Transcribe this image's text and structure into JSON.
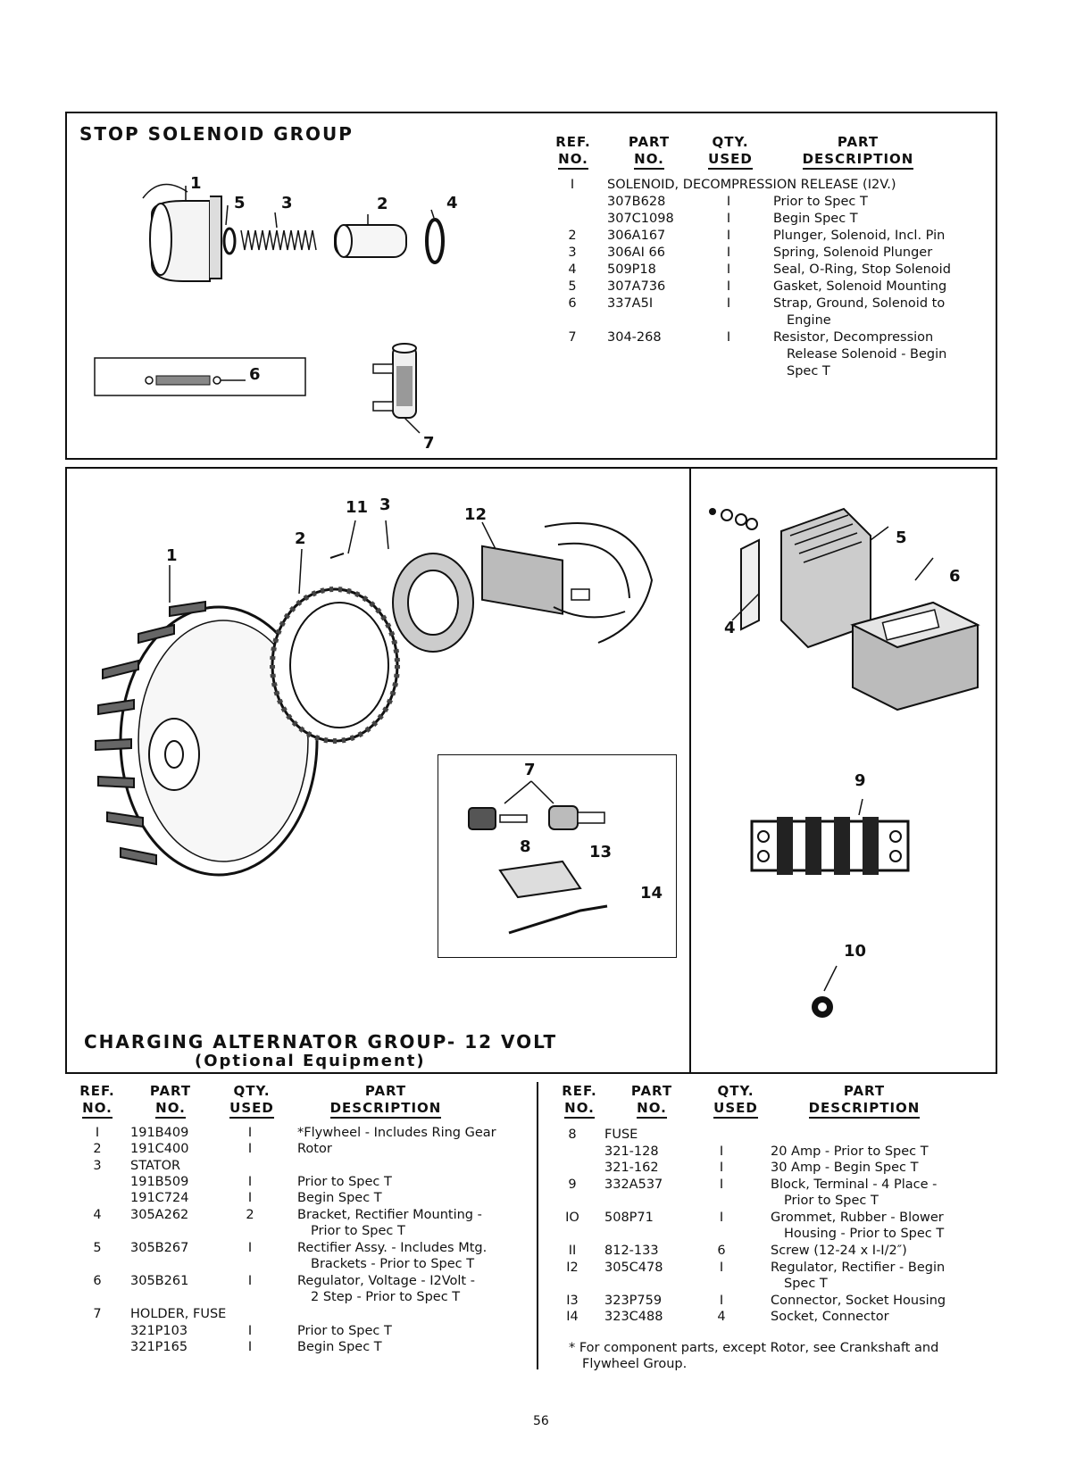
{
  "top_section": {
    "title": "STOP SOLENOID GROUP",
    "headers": {
      "ref_a": "REF.",
      "ref_b": "NO.",
      "part_a": "PART",
      "part_b": "NO.",
      "qty_a": "QTY.",
      "qty_b": "USED",
      "desc_a": "PART",
      "desc_b": "DESCRIPTION"
    },
    "rows": [
      {
        "ref": "I",
        "part": "SOLENOID, DECOMPRESSION RELEASE (I2V.)",
        "qty": "",
        "desc": ""
      },
      {
        "ref": "",
        "part": "307B628",
        "qty": "I",
        "desc": "Prior to Spec T"
      },
      {
        "ref": "",
        "part": "307C1098",
        "qty": "I",
        "desc": "Begin Spec T"
      },
      {
        "ref": "2",
        "part": "306A167",
        "qty": "I",
        "desc": "Plunger, Solenoid, Incl. Pin"
      },
      {
        "ref": "3",
        "part": "306AI 66",
        "qty": "I",
        "desc": "Spring, Solenoid Plunger"
      },
      {
        "ref": "4",
        "part": "509P18",
        "qty": "I",
        "desc": "Seal, O-Ring, Stop Solenoid"
      },
      {
        "ref": "5",
        "part": "307A736",
        "qty": "I",
        "desc": "Gasket, Solenoid Mounting"
      },
      {
        "ref": "6",
        "part": "337A5I",
        "qty": "I",
        "desc": "Strap, Ground, Solenoid to"
      },
      {
        "ref": "",
        "part": "",
        "qty": "",
        "desc": "Engine"
      },
      {
        "ref": "7",
        "part": "304-268",
        "qty": "I",
        "desc": "Resistor, Decompression"
      },
      {
        "ref": "",
        "part": "",
        "qty": "",
        "desc": "Release Solenoid - Begin"
      },
      {
        "ref": "",
        "part": "",
        "qty": "",
        "desc": "Spec T"
      }
    ],
    "callouts": [
      "1",
      "5",
      "3",
      "2",
      "4",
      "6",
      "7"
    ]
  },
  "middle_section": {
    "title": "CHARGING ALTERNATOR GROUP- 12 VOLT",
    "subtitle": "(Optional Equipment)",
    "callouts": [
      "1",
      "2",
      "11",
      "3",
      "12",
      "7",
      "8",
      "13",
      "14",
      "5",
      "6",
      "4",
      "9",
      "10"
    ]
  },
  "bottom_left": {
    "headers": {
      "ref_a": "REF.",
      "ref_b": "NO.",
      "part_a": "PART",
      "part_b": "NO.",
      "qty_a": "QTY.",
      "qty_b": "USED",
      "desc_a": "PART",
      "desc_b": "DESCRIPTION"
    },
    "rows": [
      {
        "ref": "I",
        "part": "191B409",
        "qty": "I",
        "desc": "*Flywheel - Includes Ring Gear"
      },
      {
        "ref": "2",
        "part": "191C400",
        "qty": "I",
        "desc": "Rotor"
      },
      {
        "ref": "3",
        "part": "STATOR",
        "qty": "",
        "desc": ""
      },
      {
        "ref": "",
        "part": "191B509",
        "qty": "I",
        "desc": "Prior to Spec T"
      },
      {
        "ref": "",
        "part": "191C724",
        "qty": "I",
        "desc": "Begin Spec T"
      },
      {
        "ref": "4",
        "part": "305A262",
        "qty": "2",
        "desc": "Bracket, Rectifier Mounting -"
      },
      {
        "ref": "",
        "part": "",
        "qty": "",
        "desc": "Prior to Spec T"
      },
      {
        "ref": "5",
        "part": "305B267",
        "qty": "I",
        "desc": "Rectifier Assy. - Includes Mtg."
      },
      {
        "ref": "",
        "part": "",
        "qty": "",
        "desc": "Brackets - Prior to Spec T"
      },
      {
        "ref": "6",
        "part": "305B261",
        "qty": "I",
        "desc": "Regulator, Voltage - I2Volt -"
      },
      {
        "ref": "",
        "part": "",
        "qty": "",
        "desc": "2 Step - Prior to Spec T"
      },
      {
        "ref": "7",
        "part": "HOLDER, FUSE",
        "qty": "",
        "desc": ""
      },
      {
        "ref": "",
        "part": "321P103",
        "qty": "I",
        "desc": "Prior to Spec T"
      },
      {
        "ref": "",
        "part": "321P165",
        "qty": "I",
        "desc": "Begin Spec T"
      }
    ]
  },
  "bottom_right": {
    "headers": {
      "ref_a": "REF.",
      "ref_b": "NO.",
      "part_a": "PART",
      "part_b": "NO.",
      "qty_a": "QTY.",
      "qty_b": "USED",
      "desc_a": "PART",
      "desc_b": "DESCRIPTION"
    },
    "rows": [
      {
        "ref": "8",
        "part": "FUSE",
        "qty": "",
        "desc": ""
      },
      {
        "ref": "",
        "part": "321-128",
        "qty": "I",
        "desc": "20 Amp - Prior to Spec T"
      },
      {
        "ref": "",
        "part": "321-162",
        "qty": "I",
        "desc": "30 Amp - Begin Spec T"
      },
      {
        "ref": "9",
        "part": "332A537",
        "qty": "I",
        "desc": "Block, Terminal - 4 Place -"
      },
      {
        "ref": "",
        "part": "",
        "qty": "",
        "desc": "Prior to Spec T"
      },
      {
        "ref": "IO",
        "part": "508P71",
        "qty": "I",
        "desc": "Grommet, Rubber - Blower"
      },
      {
        "ref": "",
        "part": "",
        "qty": "",
        "desc": "Housing - Prior to Spec T"
      },
      {
        "ref": "II",
        "part": "812-133",
        "qty": "6",
        "desc": "Screw (12-24 x I-I/2″)"
      },
      {
        "ref": "I2",
        "part": "305C478",
        "qty": "I",
        "desc": "Regulator, Rectifier - Begin"
      },
      {
        "ref": "",
        "part": "",
        "qty": "",
        "desc": "Spec T"
      },
      {
        "ref": "I3",
        "part": "323P759",
        "qty": "I",
        "desc": "Connector, Socket Housing"
      },
      {
        "ref": "I4",
        "part": "323C488",
        "qty": "4",
        "desc": "Socket, Connector"
      }
    ],
    "footnote_a": "* For component parts, except Rotor, see Crankshaft and",
    "footnote_b": "Flywheel Group."
  },
  "page_number": "56"
}
